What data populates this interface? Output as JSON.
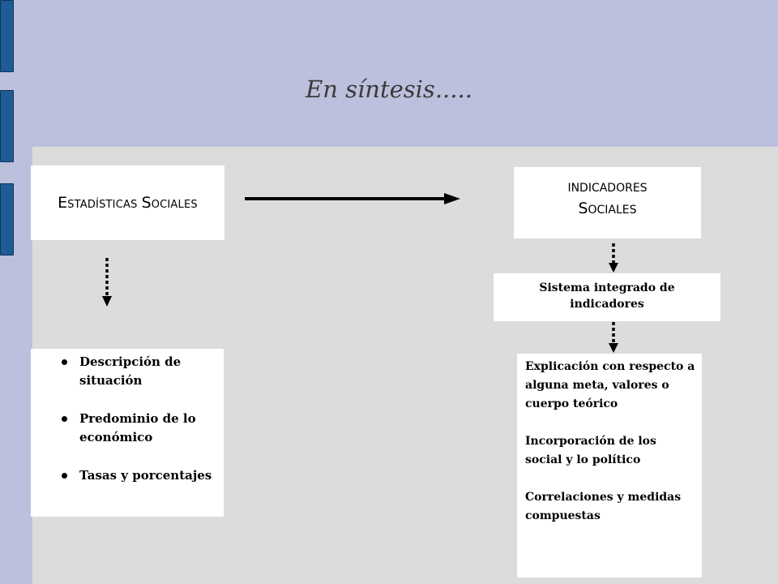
{
  "title": "En síntesis.....",
  "left_box": {
    "first_cap": "E",
    "first_rest": "stadísticas",
    "second_cap": "S",
    "second_rest": "ociales"
  },
  "right_box": {
    "line1": "INDICADORES",
    "line2_cap": "S",
    "line2_rest": "OCIALES"
  },
  "system_box": {
    "line1": "Sistema integrado de",
    "line2": "indicadores"
  },
  "bullets": [
    "Descripción de situación",
    "Predominio de lo económico",
    "Tasas y porcentajes"
  ],
  "explanations": [
    "Explicación con respecto a alguna meta, valores o cuerpo teórico",
    "Incorporación de los social y lo político",
    "Correlaciones y medidas compuestas"
  ],
  "colors": {
    "background": "#bcc0dc",
    "panel": "#dcdcdc",
    "tab": "#1f5b94"
  }
}
